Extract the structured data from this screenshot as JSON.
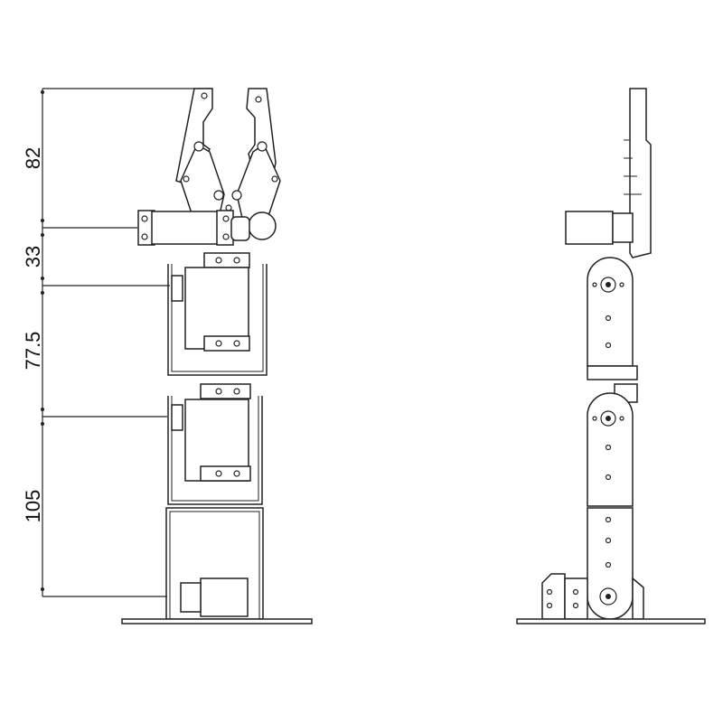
{
  "dimensions": {
    "gripper_height": "82",
    "wrist_height": "33",
    "upper_arm_length": "77.5",
    "lower_arm_length": "105"
  },
  "views": [
    "front-view",
    "side-view"
  ],
  "colors": {
    "line": "#222222",
    "background": "#ffffff"
  }
}
